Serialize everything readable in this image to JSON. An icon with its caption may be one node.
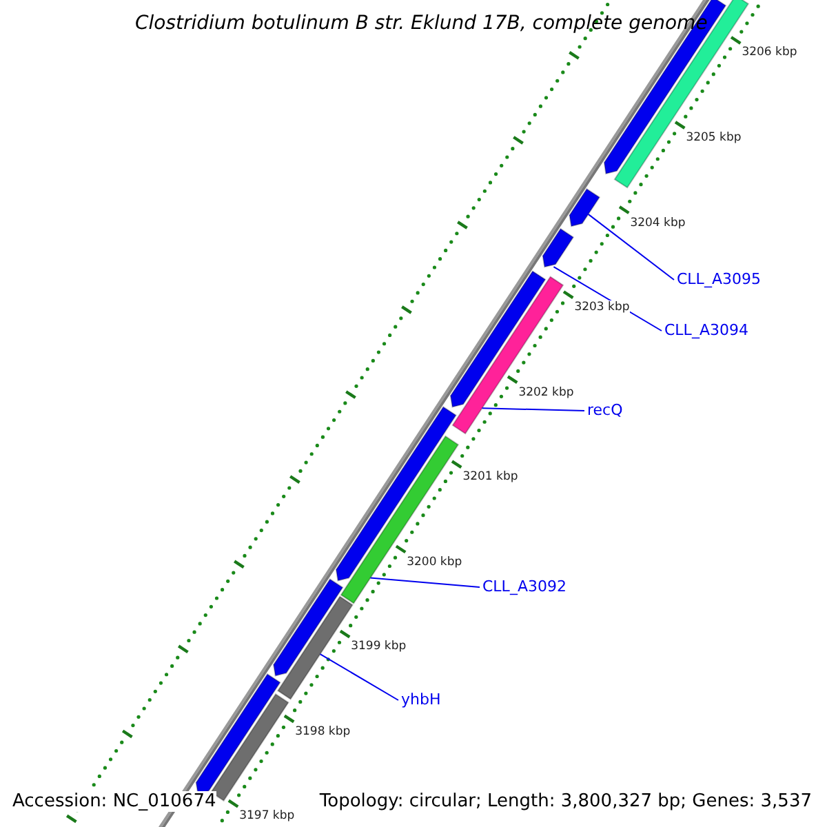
{
  "diagram": {
    "title": "Clostridium botulinum B str. Eklund 17B, complete genome",
    "nodes": [
      {
        "text": [
          "CLL_A3095"
        ]
      },
      {
        "text": [
          "CLL_A3094"
        ]
      },
      {
        "text": [
          "recQ"
        ]
      },
      {
        "text": [
          "CLL_A3092"
        ]
      },
      {
        "text": [
          "yhbH"
        ]
      },
      {
        "text": [],
        "shape": "pentagon"
      },
      {
        "text": [],
        "shape": "pentagon"
      },
      {
        "text": [],
        "shape": "bar"
      },
      {
        "text": [],
        "shape": "bar"
      },
      {
        "text": [],
        "shape": "bar"
      },
      {
        "text": [],
        "shape": "pentagon"
      },
      {
        "text": [],
        "shape": "bar"
      },
      {
        "text": [],
        "shape": "pentagon"
      },
      {
        "text": [],
        "shape": "pentagon"
      },
      {
        "text": [],
        "shape": "pentagon"
      },
      {
        "text": [],
        "shape": "pentagon"
      },
      {
        "text": [],
        "shape": "bar"
      }
    ],
    "edges": [
      {
        "from": 0,
        "to": 5,
        "arrow": "none"
      },
      {
        "from": 1,
        "to": 6,
        "arrow": "none"
      },
      {
        "from": 2,
        "to": 7,
        "arrow": "none"
      },
      {
        "from": 3,
        "to": 8,
        "arrow": "none"
      },
      {
        "from": 4,
        "to": 9,
        "arrow": "none"
      }
    ],
    "labels": [
      "3206 kbp",
      "3205 kbp",
      "3204 kbp",
      "3203 kbp",
      "3202 kbp",
      "3201 kbp",
      "3200 kbp",
      "3199 kbp",
      "3198 kbp",
      "3197 kbp",
      "Accession: NC_010674",
      "Topology: circular; Length: 3,800,327 bp; Genes: 3,537"
    ]
  }
}
